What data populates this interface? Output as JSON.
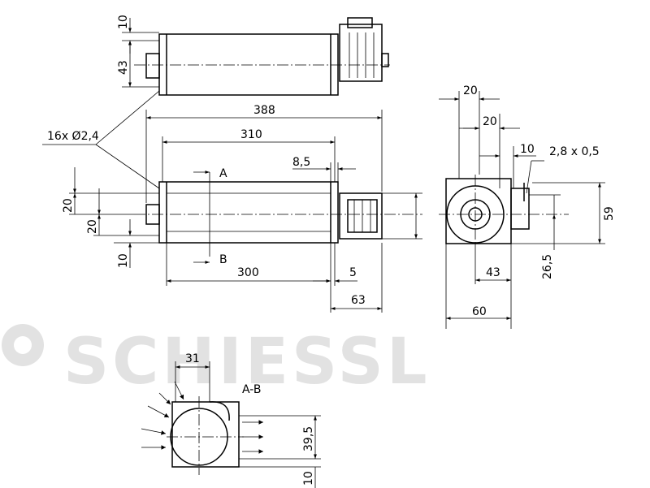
{
  "watermark": {
    "text": "SCHIESSL",
    "color": "#e2e2e2"
  },
  "labels": {
    "holes": "16x Ø2,4",
    "section_a": "A",
    "section_b": "B",
    "section_title": "A-B",
    "terminal": "2,8 x 0,5"
  },
  "dims": {
    "d_10_top": "10",
    "d_43_top": "43",
    "d_388": "388",
    "d_310": "310",
    "d_8_5": "8,5",
    "d_20_a": "20",
    "d_20_b": "20",
    "d_10_front": "10",
    "d_300": "300",
    "d_5": "5",
    "d_63": "63",
    "d_20_side": "20",
    "d_20_side2": "20",
    "d_10_side": "10",
    "d_59": "59",
    "d_43_side": "43",
    "d_26_5": "26,5",
    "d_60": "60",
    "d_31": "31",
    "d_39_5": "39,5",
    "d_10_sec": "10"
  }
}
